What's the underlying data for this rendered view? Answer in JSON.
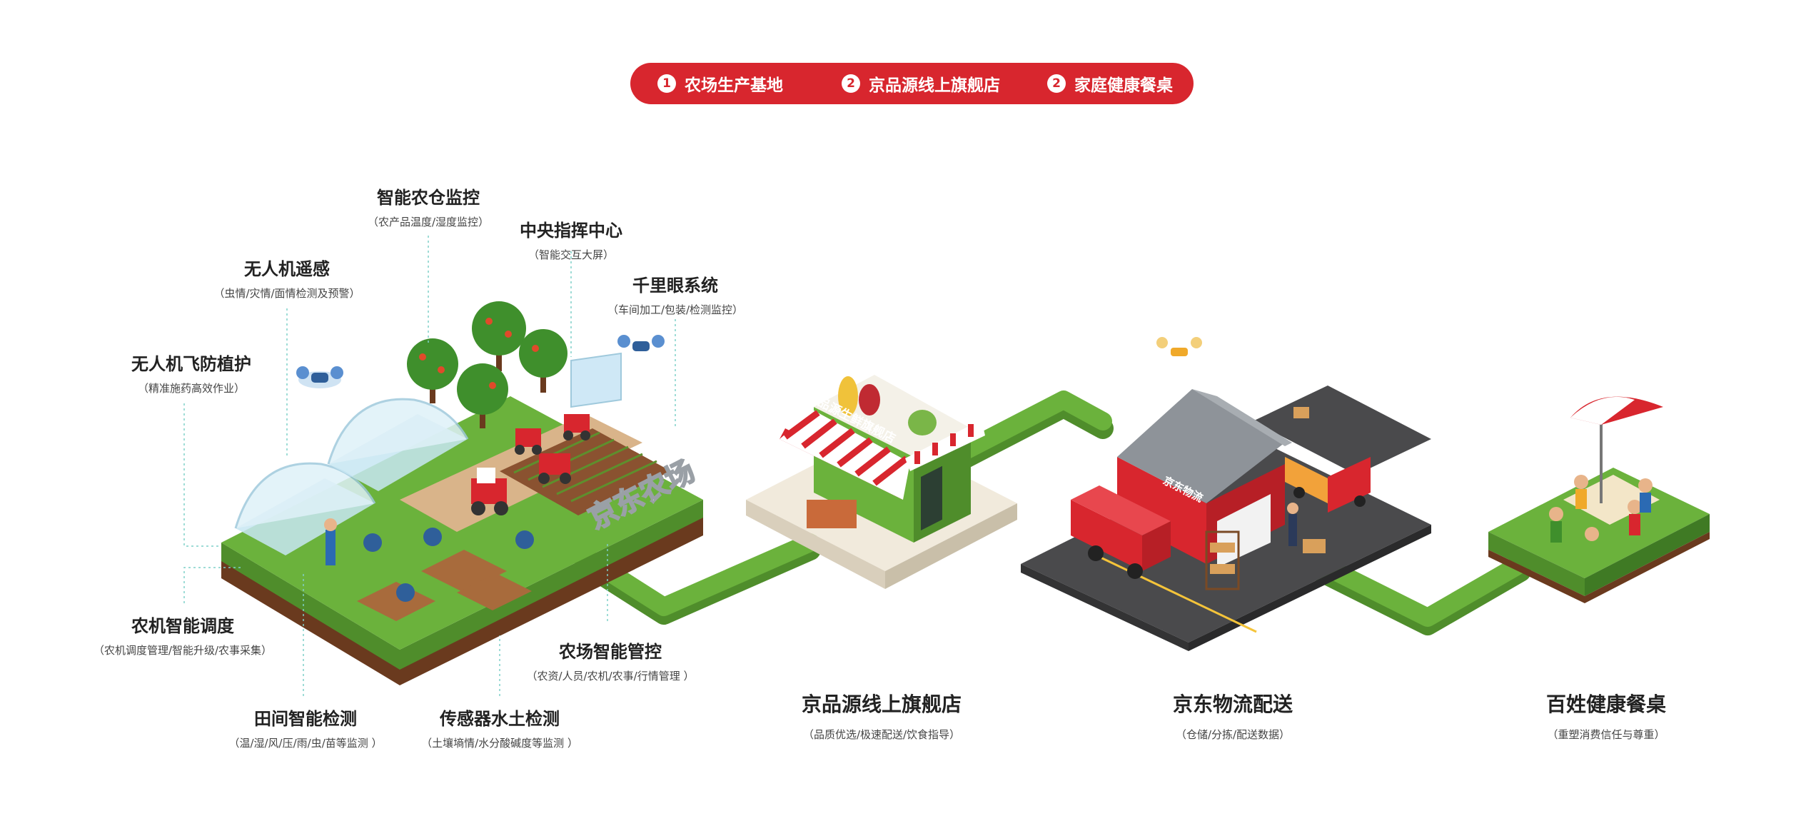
{
  "steps": [
    {
      "num": "1",
      "label": "农场生产基地"
    },
    {
      "num": "2",
      "label": "京品源线上旗舰店"
    },
    {
      "num": "2",
      "label": "家庭健康餐桌"
    }
  ],
  "farm_labels": {
    "warehouse": {
      "title": "智能农仓监控",
      "sub": "（农产品温度/湿度监控）"
    },
    "command": {
      "title": "中央指挥中心",
      "sub": "（智能交互大屏）"
    },
    "drone_sensing": {
      "title": "无人机遥感",
      "sub": "（虫情/灾情/面情检测及预警）"
    },
    "qianliyan": {
      "title": "千里眼系统",
      "sub": "（车间加工/包装/检测监控）"
    },
    "drone_protect": {
      "title": "无人机飞防植护",
      "sub": "（精准施药高效作业）"
    },
    "machinery": {
      "title": "农机智能调度",
      "sub": "（农机调度管理/智能升级/农事采集）"
    },
    "farm_control": {
      "title": "农场智能管控",
      "sub": "（农资/人员/农机/农事/行情管理 ）"
    },
    "field_detect": {
      "title": "田间智能检测",
      "sub": "（温/湿/风/压/雨/虫/苗等监测 ）"
    },
    "sensor": {
      "title": "传感器水土检测",
      "sub": "（土壤墒情/水分酸碱度等监测 ）"
    }
  },
  "stages": {
    "store": {
      "title": "京品源线上旗舰店",
      "sub": "（品质优选/极速配送/饮食指导）"
    },
    "logistics": {
      "title": "京东物流配送",
      "sub": "（仓储/分拣/配送数据）"
    },
    "table": {
      "title": "百姓健康餐桌",
      "sub": "（重塑消费信任与尊重）"
    }
  },
  "scene_text": {
    "farm_sign": "京东农场",
    "store_sign": "京品源生鲜旗舰店",
    "warehouse_sign": "京东物流"
  },
  "colors": {
    "brand_red": "#d8262e",
    "grass": "#6bb23c",
    "soil": "#6a3a1e",
    "road": "#4a4a4c"
  }
}
